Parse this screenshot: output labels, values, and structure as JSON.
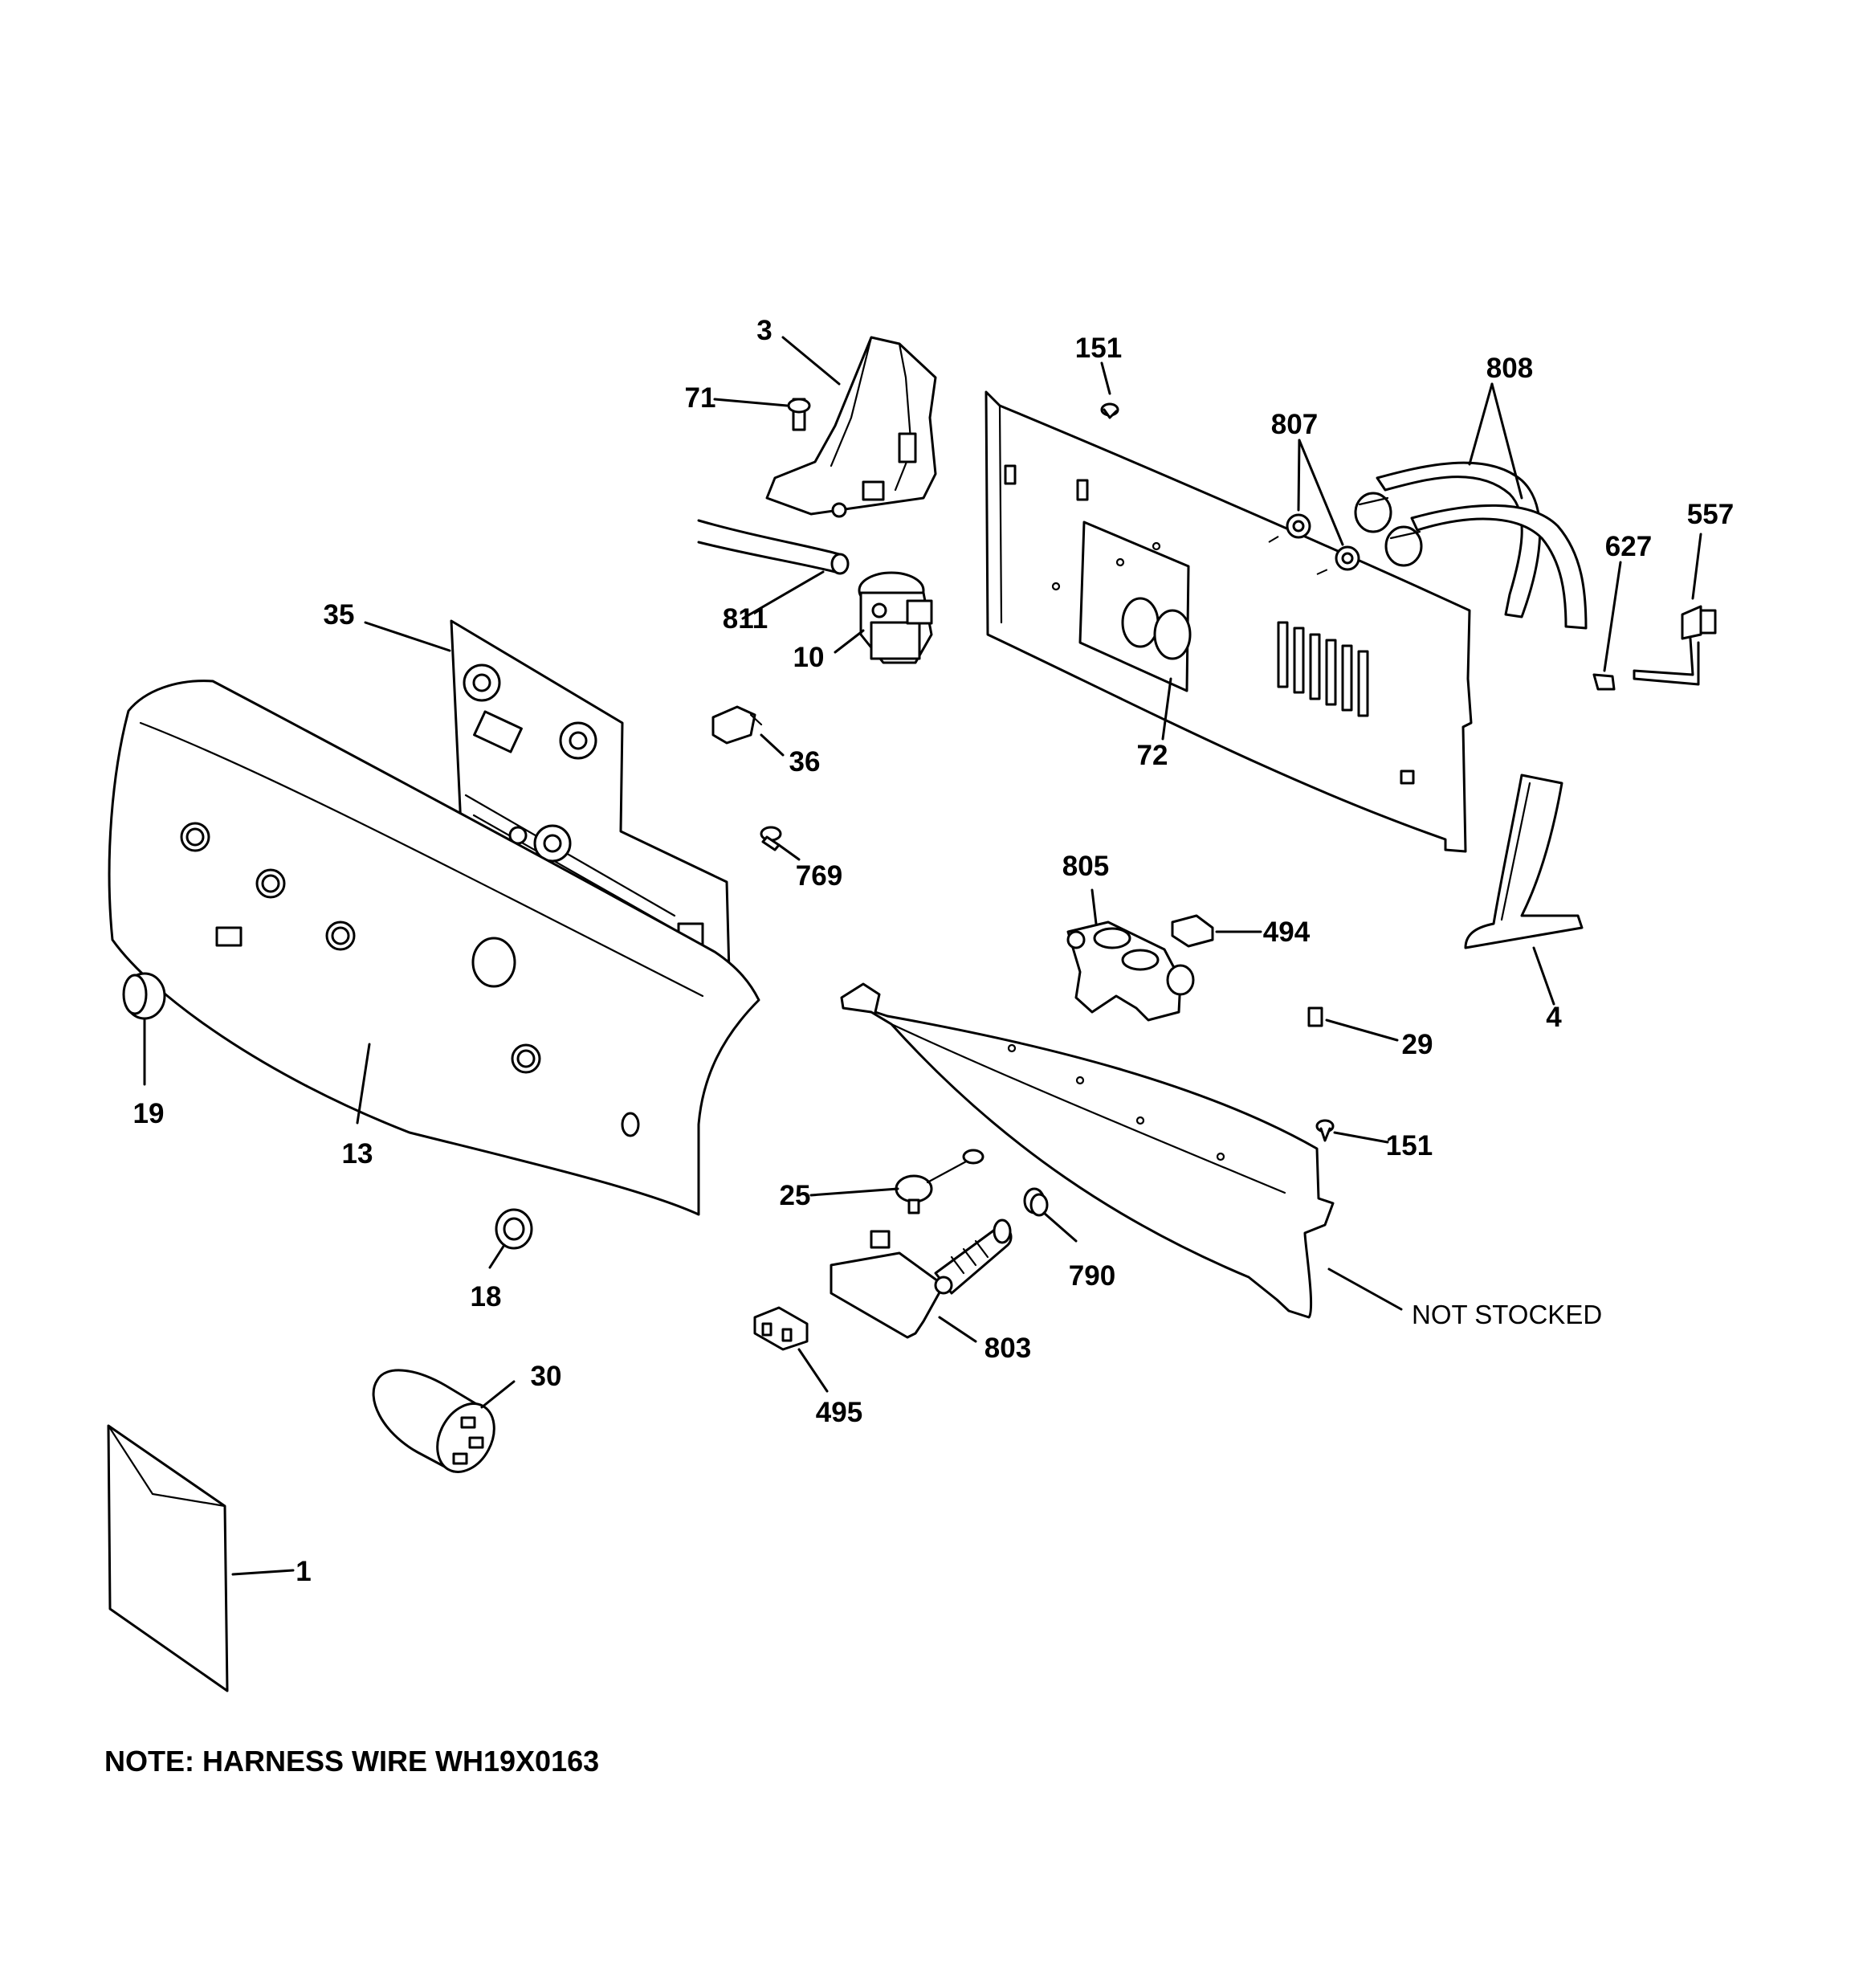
{
  "note": "NOTE: HARNESS WIRE WH19X0163",
  "callouts": {
    "c1": "1",
    "c3": "3",
    "c4": "4",
    "c10": "10",
    "c13": "13",
    "c18": "18",
    "c19": "19",
    "c25": "25",
    "c29": "29",
    "c30": "30",
    "c35": "35",
    "c36": "36",
    "c71": "71",
    "c72": "72",
    "c151a": "151",
    "c151b": "151",
    "c494": "494",
    "c495": "495",
    "c557": "557",
    "c627": "627",
    "c769": "769",
    "c790": "790",
    "c803": "803",
    "c805": "805",
    "c807": "807",
    "c808": "808",
    "c811": "811",
    "not_stocked": "NOT STOCKED"
  }
}
